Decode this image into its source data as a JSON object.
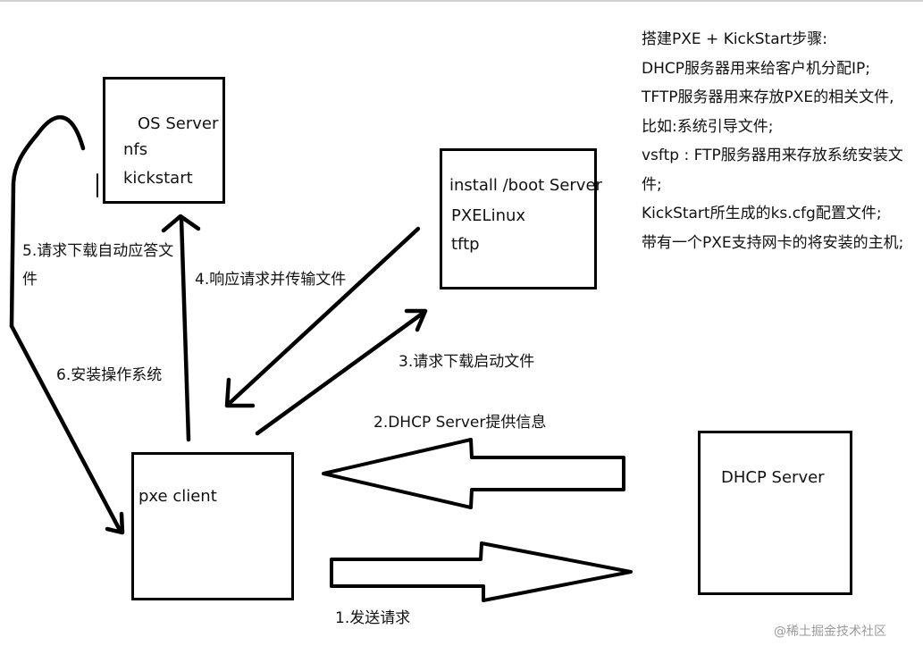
{
  "boxes": {
    "os_server": {
      "line1": "OS Server",
      "line2": "nfs",
      "line3": "kickstart"
    },
    "install_server": {
      "line1": "install /boot Server",
      "line2": "PXELinux",
      "line3": "tftp"
    },
    "pxe_client": {
      "label": "pxe client"
    },
    "dhcp_server": {
      "label": "DHCP Server"
    }
  },
  "steps": {
    "s1": "1.发送请求",
    "s2": "2.DHCP Server提供信息",
    "s3": "3.请求下载启动文件",
    "s4": "4.响应请求并传输文件",
    "s5_a": "5.请求下载自动应答文",
    "s5_b": "件",
    "s6": "6.安装操作系统"
  },
  "notes": [
    "搭建PXE + KickStart步骤:",
    "DHCP服务器用来给客户机分配IP;",
    "TFTP服务器用来存放PXE的相关文件,",
    "比如:系统引导文件;",
    "vsftp : FTP服务器用来存放系统安装文",
    "件;",
    "KickStart所生成的ks.cfg配置文件;",
    "带有一个PXE支持网卡的将安装的主机;"
  ],
  "watermark": "@稀土掘金技术社区"
}
